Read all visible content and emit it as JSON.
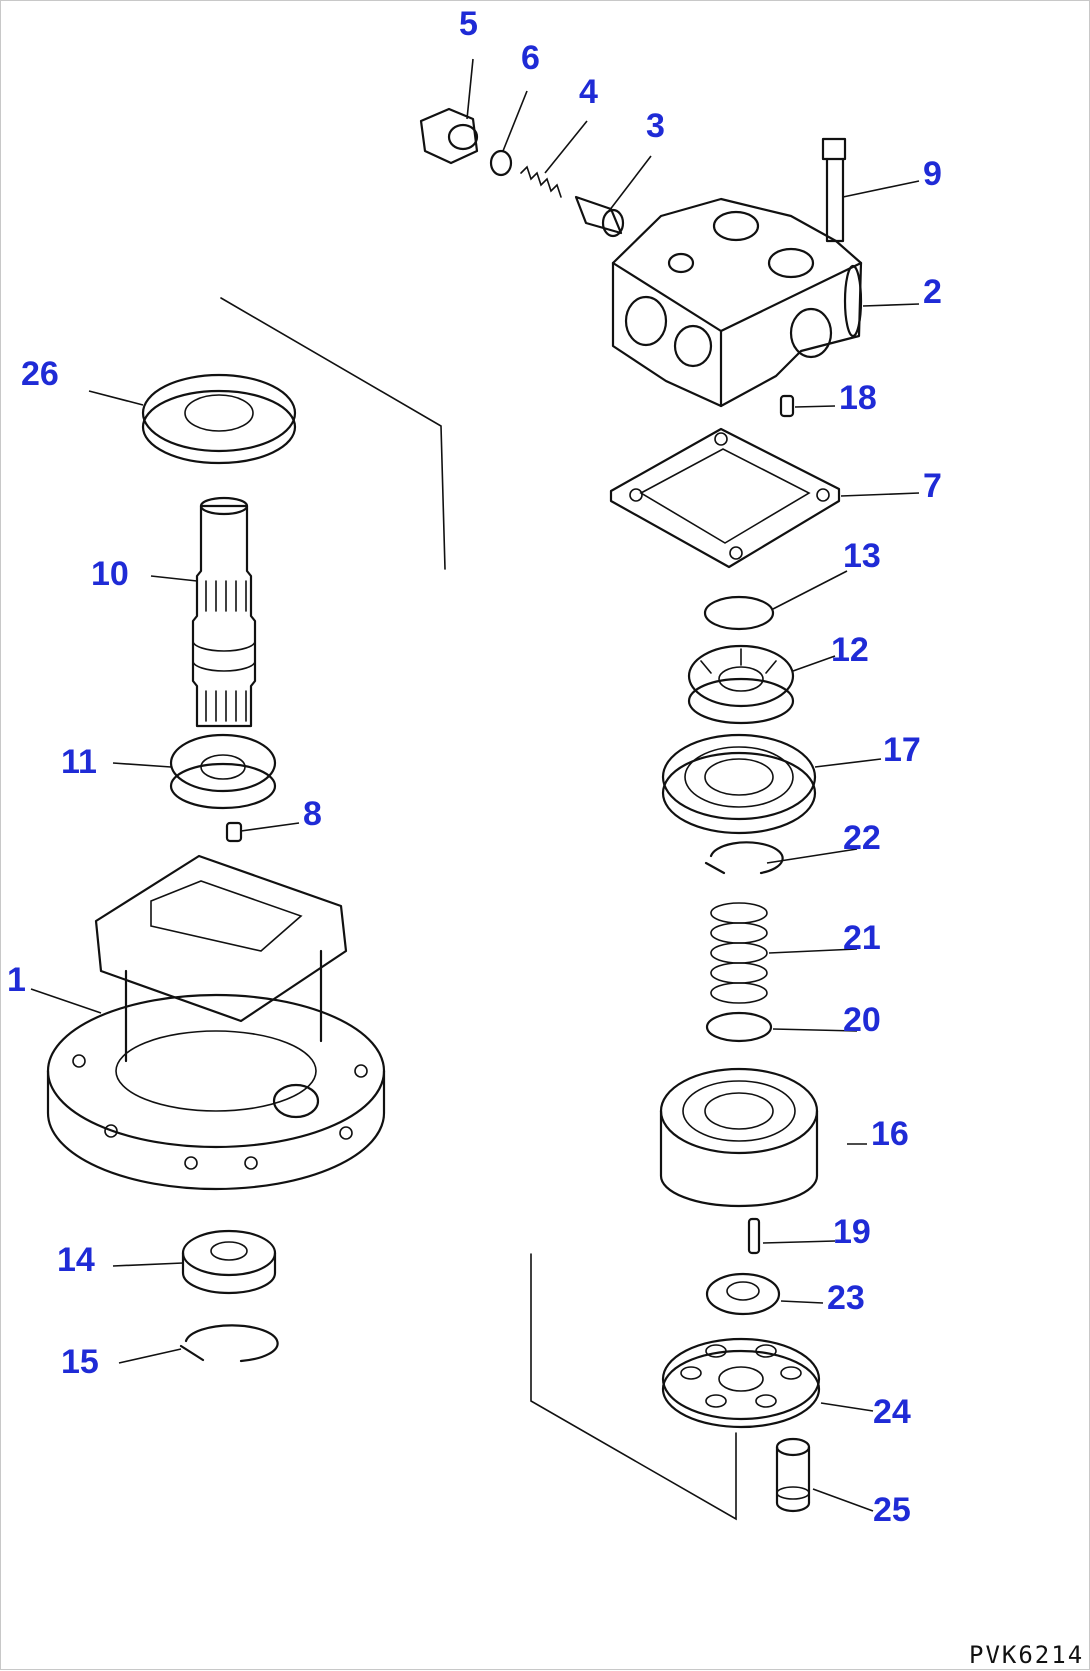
{
  "diagram": {
    "drawing_code": "PVK6214",
    "callouts": [
      "1",
      "2",
      "3",
      "4",
      "5",
      "6",
      "7",
      "8",
      "9",
      "10",
      "11",
      "12",
      "13",
      "14",
      "15",
      "16",
      "17",
      "18",
      "19",
      "20",
      "21",
      "22",
      "23",
      "24",
      "25",
      "26"
    ],
    "label_color": "#1f2bd6",
    "line_color": "#111111"
  }
}
